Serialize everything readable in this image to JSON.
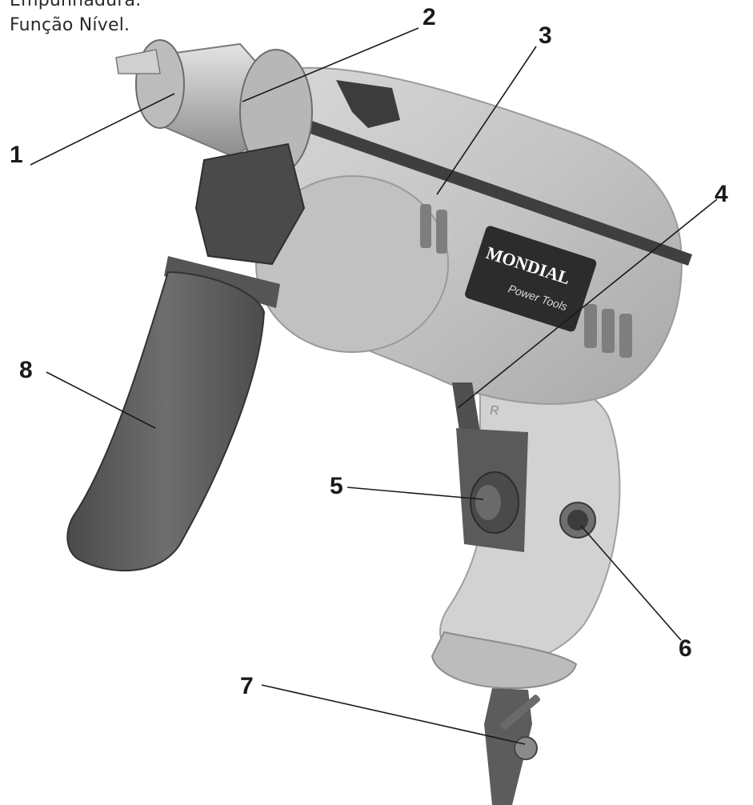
{
  "header": {
    "line1": "Empunhadura.",
    "line2": "Função Nível."
  },
  "brand": {
    "logo_text": "MONDIAL",
    "logo_sub": "Power Tools",
    "body_mark": "R"
  },
  "callouts": [
    {
      "number": "1"
    },
    {
      "number": "2"
    },
    {
      "number": "3"
    },
    {
      "number": "4"
    },
    {
      "number": "5"
    },
    {
      "number": "6"
    },
    {
      "number": "7"
    },
    {
      "number": "8"
    }
  ],
  "colors": {
    "body": "#c9c9c9",
    "body_dark": "#8a8a8a",
    "grip": "#5d5d5d",
    "lines": "#1a1a1a"
  }
}
